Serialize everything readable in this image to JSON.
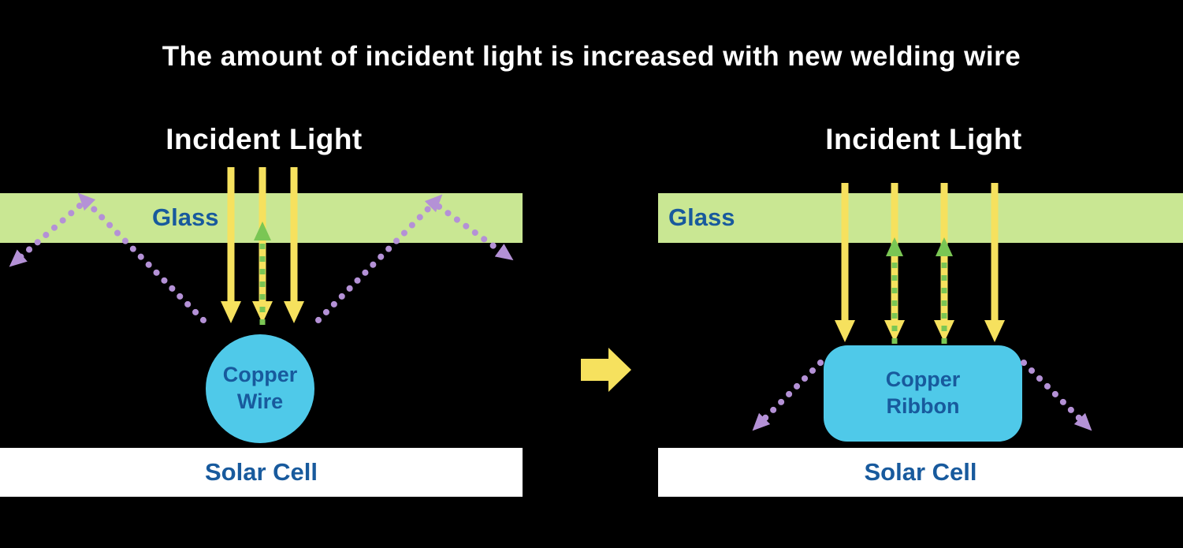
{
  "title": "The amount of incident light is increased with new welding wire",
  "panels": {
    "left": {
      "incident_light_label": "Incident Light",
      "glass_label": "Glass",
      "copper_label": [
        "Copper",
        "Wire"
      ],
      "solar_cell_label": "Solar Cell"
    },
    "right": {
      "incident_light_label": "Incident Light",
      "glass_label": "Glass",
      "copper_label": [
        "Copper",
        "Ribbon"
      ],
      "solar_cell_label": "Solar Cell"
    }
  },
  "colors": {
    "background": "#000000",
    "title_text": "#ffffff",
    "glass_band": "#c9e793",
    "label_text": "#185a9d",
    "incident_arrow": "#f6e15e",
    "transmitted_arrow": "#7ac654",
    "reflected_arrow": "#b491d6",
    "copper": "#4fc9e9",
    "solar_cell_band": "#ffffff",
    "transition_arrow": "#f6e15e"
  }
}
